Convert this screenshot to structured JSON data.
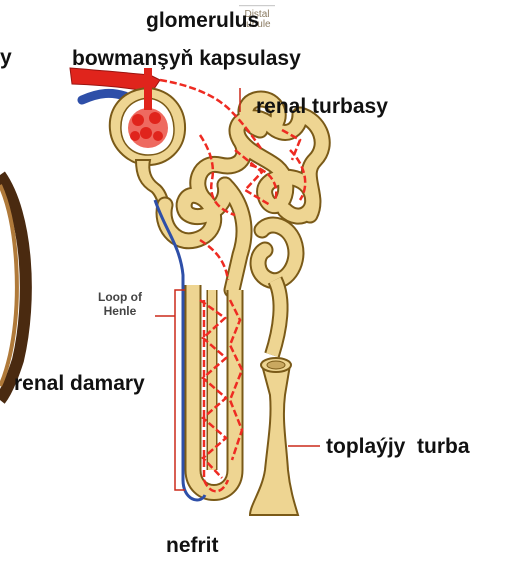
{
  "labels": {
    "glomerulus": "glomerulus",
    "bowman_capsule": "bowmanşyň kapsulasy",
    "renal_tube": "renal turbasy",
    "loop_of_henle_line1": "Loop of",
    "loop_of_henle_line2": "Henle",
    "renal_vessel": "renal damary",
    "collecting_duct": "toplaýjy  turba",
    "nephron": "nefrit",
    "distal_tubule_line1": "Distal",
    "distal_tubule_line2": "tubule",
    "left_stub": "y"
  },
  "colors": {
    "tubule": "#eed592",
    "tubule_outline": "#7a5a18",
    "artery": "#e0241c",
    "vein": "#2e4fa8",
    "capillary": "#ee2b22",
    "kidney_outer": "#4a2a10",
    "kidney_inner": "#b07a3a",
    "leader_line": "#cc2a1a"
  }
}
